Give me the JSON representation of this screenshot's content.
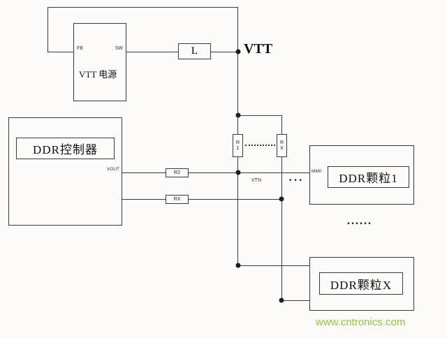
{
  "colors": {
    "line": "#3a3a3a",
    "watermark": "#8dc63f",
    "background": "#fcfbf9"
  },
  "blocks": {
    "vtt_psu": {
      "label": "VTT 电源",
      "pin_fb": "FB",
      "pin_sw": "SW"
    },
    "inductor": {
      "label": "L"
    },
    "controller": {
      "label": "DDR控制器",
      "pin_vout": "VOUT"
    },
    "chip1": {
      "label": "DDR颗粒1",
      "pin": "MM0"
    },
    "chipx": {
      "label": "DDR颗粒X"
    }
  },
  "resistors": {
    "r1": {
      "line1": "R",
      "line2": "1"
    },
    "rx": {
      "line1": "R",
      "line2": "X"
    },
    "r2": {
      "label": "R2"
    },
    "rx_series": {
      "label": "RX"
    }
  },
  "labels": {
    "vtt": "VTT",
    "vtn": "VTN",
    "signal_ellipsis": "···",
    "chip_ellipsis": "......",
    "watermark": "www.cntronics.com"
  }
}
